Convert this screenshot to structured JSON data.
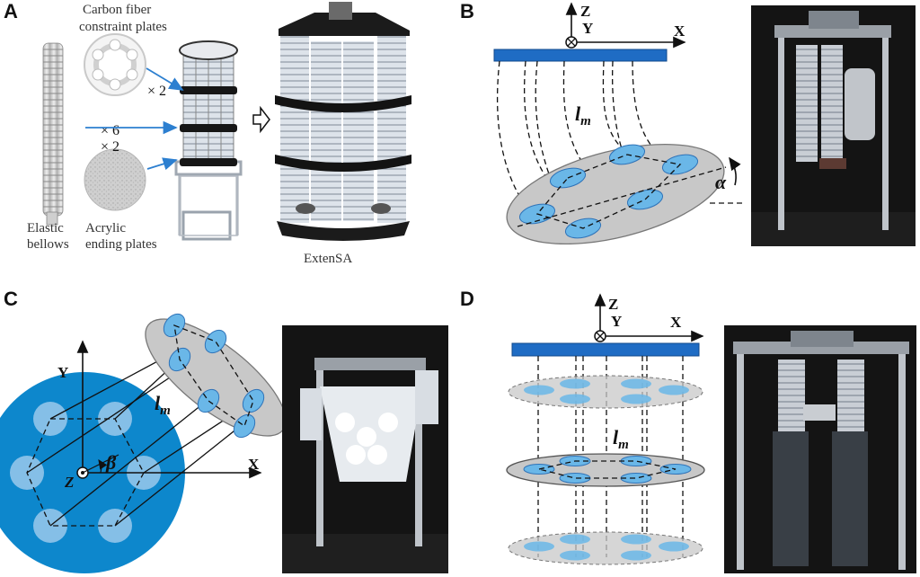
{
  "panels": {
    "a": {
      "letter": "A",
      "carbon_line1": "Carbon fiber",
      "carbon_line2": "constraint plates",
      "times2_top": "× 2",
      "times6": "× 6",
      "times2_bottom": "× 2",
      "elastic_line1": "Elastic",
      "elastic_line2": "bellows",
      "acrylic_line1": "Acrylic",
      "acrylic_line2": "ending plates",
      "extensa": "ExtenSA"
    },
    "b": {
      "letter": "B",
      "z": "Z",
      "y": "Y",
      "x": "X",
      "lm": "l",
      "lm_sub": "m",
      "alpha": "α"
    },
    "c": {
      "letter": "C",
      "y": "Y",
      "x": "X",
      "z": "Z",
      "beta": "β",
      "lm": "l",
      "lm_sub": "m"
    },
    "d": {
      "letter": "D",
      "z": "Z",
      "y": "Y",
      "x": "X",
      "lm": "l",
      "lm_sub": "m"
    }
  },
  "colors": {
    "blue": "#1f6cc4",
    "disk_blue": "#0d87cc",
    "hole_blue": "#6ab7e8",
    "plate_gray": "#c8c8c8",
    "photo_dark": "#141414",
    "arrow_blue": "#2c7fd0"
  }
}
